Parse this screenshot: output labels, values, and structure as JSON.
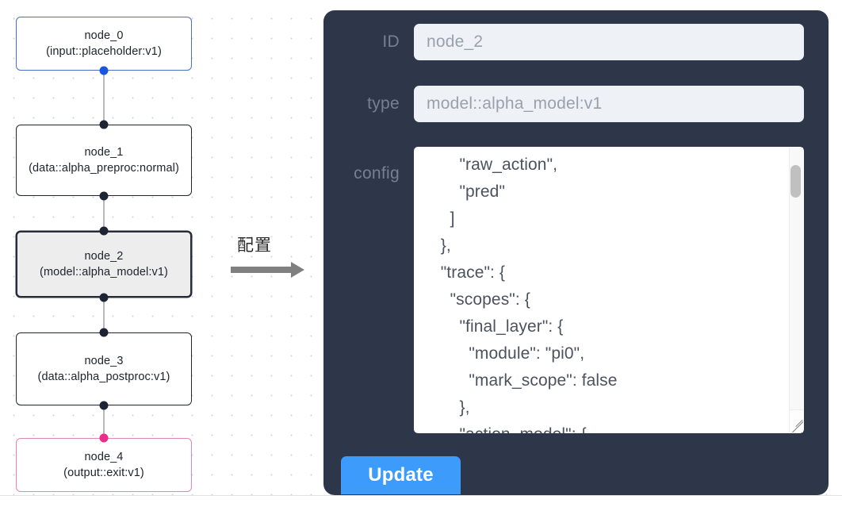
{
  "graph": {
    "name": "pipeline-graph-canvas",
    "nodes": [
      {
        "id": "node_0",
        "label": "node_0\n(input::placeholder:v1)",
        "kind": "input",
        "selected": false,
        "border_color": "#4a6fc4",
        "handle_color": "#1a56db"
      },
      {
        "id": "node_1",
        "label": "node_1\n(data::alpha_preproc:normal)",
        "kind": "default",
        "selected": false,
        "border_color": "#20252f",
        "handle_color": "#1d2433"
      },
      {
        "id": "node_2",
        "label": "node_2\n(model::alpha_model:v1)",
        "kind": "default",
        "selected": true,
        "border_color": "#262c38",
        "handle_color": "#1d2433"
      },
      {
        "id": "node_3",
        "label": "node_3\n(data::alpha_postproc:v1)",
        "kind": "default",
        "selected": false,
        "border_color": "#20252f",
        "handle_color": "#1d2433"
      },
      {
        "id": "node_4",
        "label": "node_4\n(output::exit:v1)",
        "kind": "output",
        "selected": false,
        "border_color": "#e585b3",
        "handle_color": "#ec2d8b"
      }
    ],
    "edges": [
      {
        "from": "node_0",
        "to": "node_1"
      },
      {
        "from": "node_1",
        "to": "node_2"
      },
      {
        "from": "node_2",
        "to": "node_3"
      },
      {
        "from": "node_3",
        "to": "node_4"
      }
    ]
  },
  "annotation": {
    "label": "配置",
    "arrow": "right-arrow"
  },
  "inspector": {
    "name": "node-inspector-panel",
    "background_color": "#2e3749",
    "fields": {
      "id": {
        "label": "ID",
        "value": "node_2",
        "placeholder": "node_2"
      },
      "type": {
        "label": "type",
        "value": "model::alpha_model:v1",
        "placeholder": "model::alpha_model:v1"
      },
      "config": {
        "label": "config",
        "value": "        \"raw_action\",\n        \"pred\"\n      ]\n    },\n    \"trace\": {\n      \"scopes\": {\n        \"final_layer\": {\n          \"module\": \"pi0\",\n          \"mark_scope\": false\n        },\n        \"action_model\": {",
        "scroll_position": "near-top"
      }
    },
    "update_button": {
      "label": "Update",
      "color": "#3d9bfb"
    }
  }
}
